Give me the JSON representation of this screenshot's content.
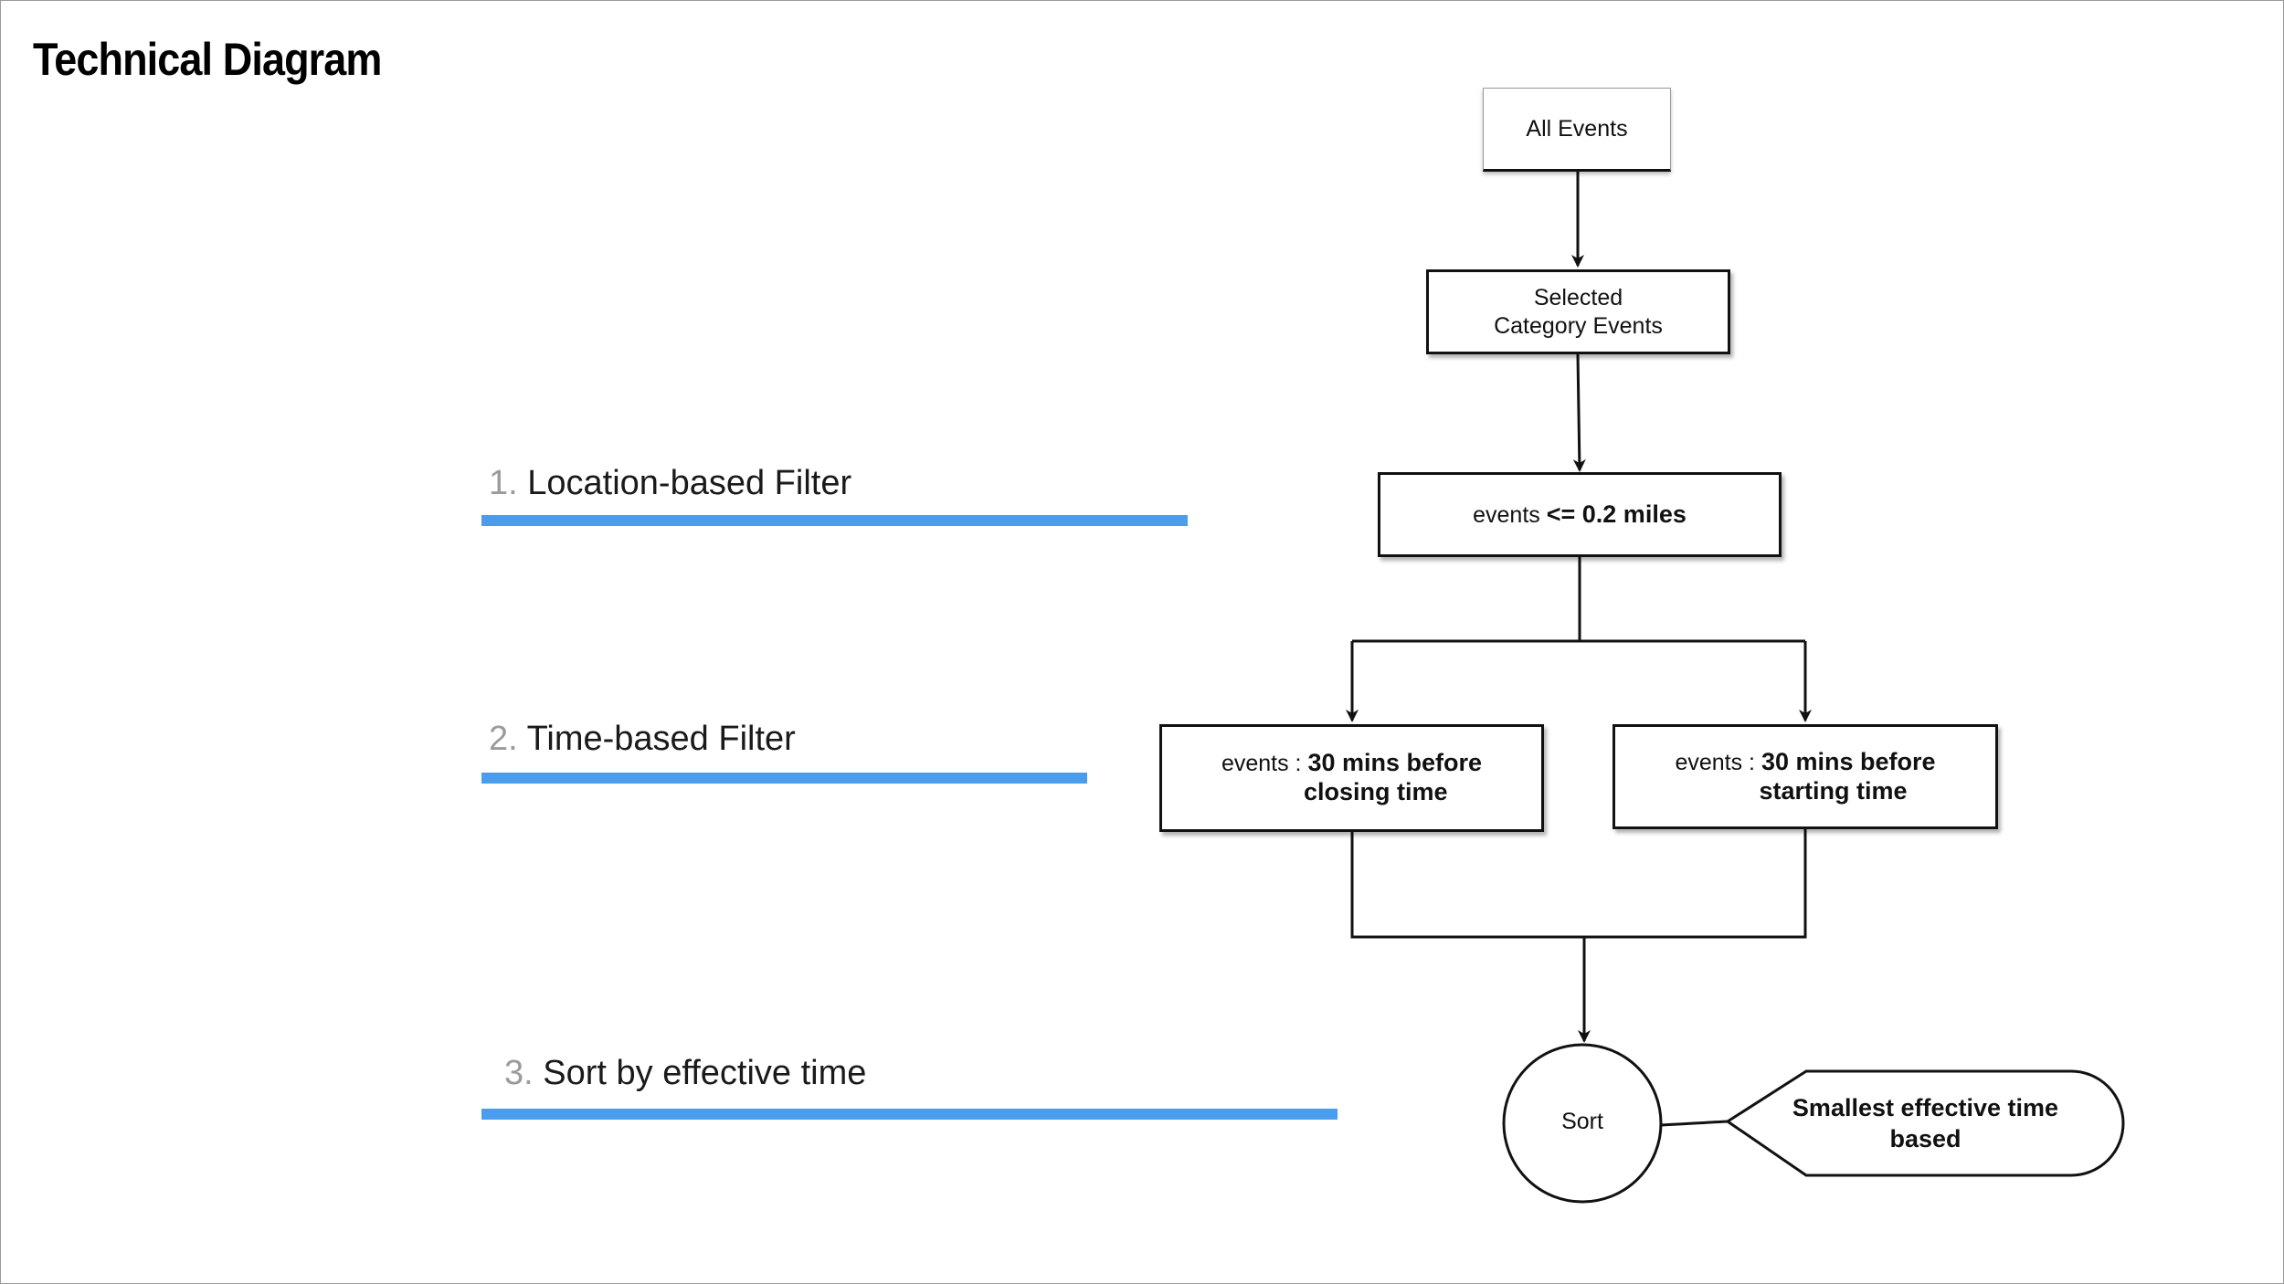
{
  "title": "Technical Diagram",
  "steps": [
    {
      "num": "1.",
      "label": "Location-based  Filter"
    },
    {
      "num": "2.",
      "label": "Time-based  Filter"
    },
    {
      "num": "3.",
      "label": "Sort by effective time"
    }
  ],
  "nodes": {
    "all_events": "All Events",
    "selected_line1": "Selected",
    "selected_line2": "Category Events",
    "distance_prefix": "events ",
    "distance_value": "<= 0.2 miles",
    "closing_prefix": "events : ",
    "closing_value_line1": "30 mins before",
    "closing_value_line2": "closing time",
    "starting_prefix": "events : ",
    "starting_value_line1": "30 mins before",
    "starting_value_line2": "starting time",
    "sort": "Sort",
    "callout_line1": "Smallest effective time",
    "callout_line2": "based"
  },
  "colors": {
    "accent_bar": "#4a9ded",
    "step_number": "#9b9b9b"
  }
}
